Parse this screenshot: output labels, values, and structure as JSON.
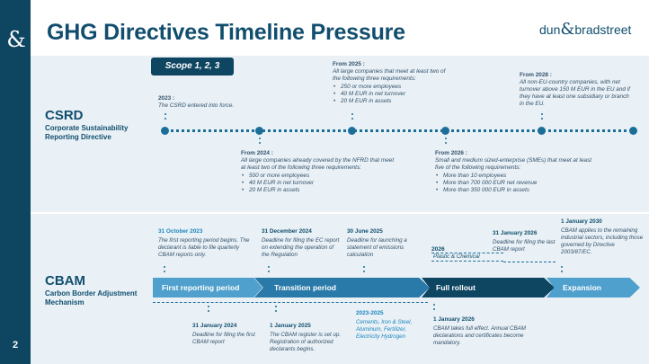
{
  "slide": {
    "title": "GHG Directives Timeline Pressure",
    "page_number": "2",
    "logo_glyph": "&",
    "brand": {
      "left": "dun",
      "amp": "&",
      "right": "bradstreet"
    }
  },
  "csrd": {
    "title": "CSRD",
    "subtitle": "Corporate Sustainability Reporting Directive",
    "scope_label": "Scope 1, 2, 3",
    "m2023": {
      "year": "2023 :",
      "text": "The CSRD entered into force."
    },
    "m2024": {
      "year": "From 2024 :",
      "text": "All large companies already covered by the NFRD that meet at least two of the following three requirements:",
      "items": [
        "500 or more employees",
        "40 M EUR in net turnover",
        "20 M EUR in assets"
      ]
    },
    "m2025": {
      "year": "From 2025 :",
      "text": "All large companies that meet at least two of the following three requirements:",
      "items": [
        "250 or more employees",
        "40 M EUR in net turnover",
        "20 M EUR in assets"
      ]
    },
    "m2026": {
      "year": "From 2026 :",
      "text": "Small and medium sized-enterprise (SMEs) that meet at least five of the following requirements:",
      "items": [
        "More than 10 employees",
        "More than 700 000 EUR net revenue",
        "More than 350 000 EUR in assets"
      ]
    },
    "m2028": {
      "year": "From 2028 :",
      "text": "All non-EU-country companies, with net turnover above 150 M EUR in the EU and if they have at least one subsidiary or branch in the EU."
    }
  },
  "cbam": {
    "title": "CBAM",
    "subtitle": "Carbon Border Adjustment Mechanism",
    "above": [
      {
        "date": "31 October 2023",
        "text": "The first reporting period begins. The declarant is liable to file quarterly CBAM reports only."
      },
      {
        "date": "31 December 2024",
        "text": "Deadline for filing the EC report on extending the operation of the Regulation"
      },
      {
        "date": "30 June 2025",
        "text": "Deadline for launching a statement of emissions calculation"
      },
      {
        "date": "31 January 2026",
        "text": "Deadline for filing the last CBAM report"
      },
      {
        "date": "1 January 2030",
        "text": "CBAM applies to the remaining industrial sectors, including those governed by Directive 2003/87/EC."
      }
    ],
    "plastic": {
      "year": "2026",
      "label": "Plastic & Chemical"
    },
    "phases": [
      "First reporting period",
      "Transition period",
      "Full rollout",
      "Expansion"
    ],
    "below": [
      {
        "date": "31 January 2024",
        "text": "Deadline for filing the first CBAM report"
      },
      {
        "date": "1 January 2025",
        "text": "The CBAM register is set up. Registration of authorized declarants begins."
      },
      {
        "date": "2023-2025",
        "text": "Cements, Iron & Steel, Aluminum, Fertilizer, Electricity Hydrogen"
      },
      {
        "date": "1 January 2026",
        "text": "CBAM takes full effect. Annual CBAM declarations and certificates become mandatory."
      }
    ]
  }
}
